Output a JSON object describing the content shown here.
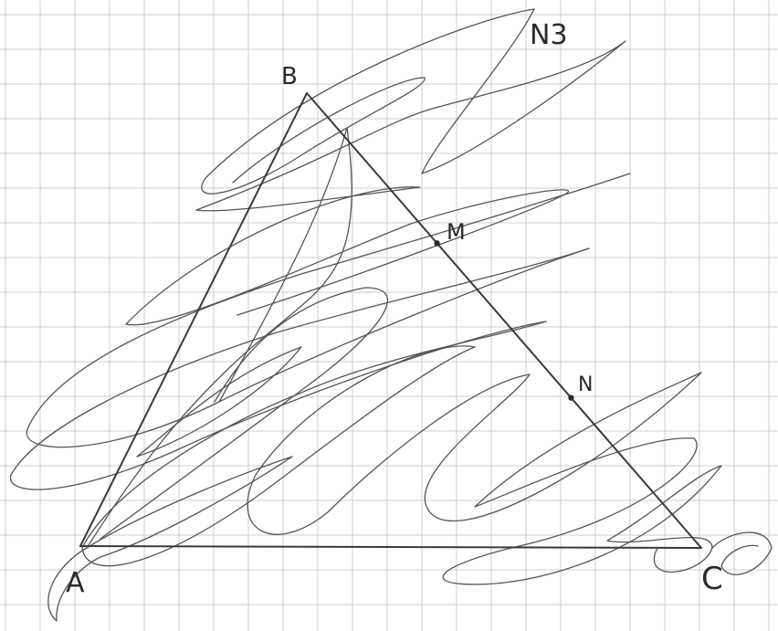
{
  "header": {
    "problem_number": "N3"
  },
  "diagram": {
    "vertices": [
      {
        "id": "B",
        "label": "B"
      },
      {
        "id": "A",
        "label": "A"
      },
      {
        "id": "C",
        "label": "C"
      }
    ],
    "points": [
      {
        "id": "M",
        "label": "M",
        "on_segment": "BC"
      },
      {
        "id": "N",
        "label": "N",
        "on_segment": "BC"
      }
    ],
    "segments": [
      "AB",
      "BC",
      "AC"
    ],
    "colors": {
      "grid": "#cfcfcf",
      "stroke": "#3a3a3a",
      "scribble": "#555555",
      "text": "#2b2b2b"
    },
    "scribbled_over": true
  }
}
